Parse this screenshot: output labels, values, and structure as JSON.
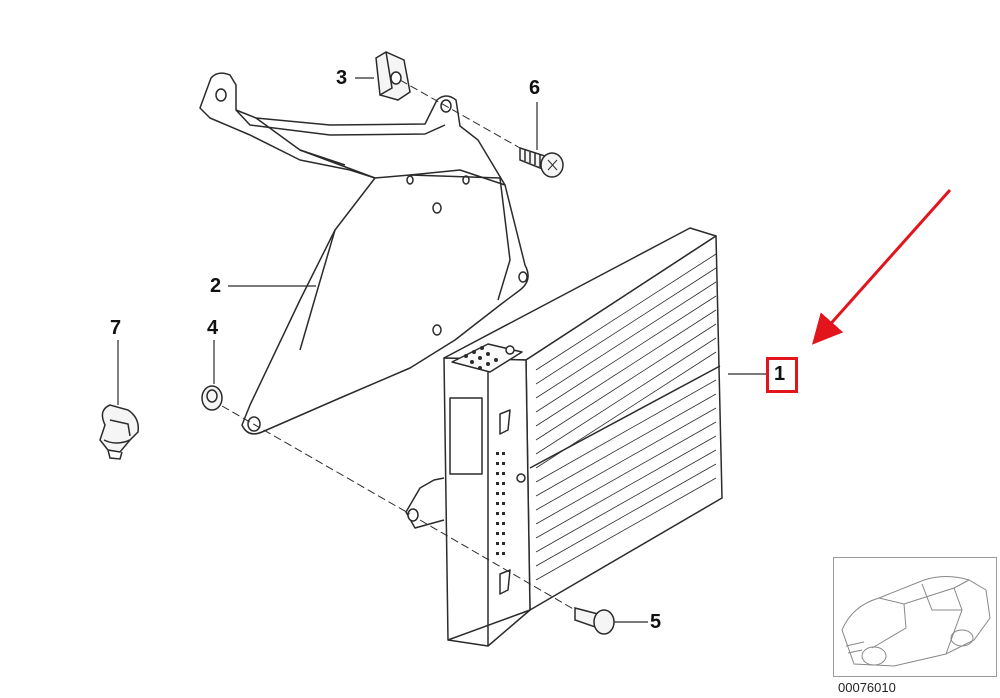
{
  "callouts": {
    "part_1": "1",
    "part_2": "2",
    "part_3": "3",
    "part_4": "4",
    "part_5": "5",
    "part_6": "6",
    "part_7": "7"
  },
  "catalog_code": "00076010",
  "colors": {
    "line": "#2b2b2b",
    "highlight": "#e1151b",
    "thumbnail_border": "#9a9a9a"
  },
  "icons": {
    "pointer": "red-arrow-icon",
    "vehicle": "car-thumbnail-icon"
  }
}
